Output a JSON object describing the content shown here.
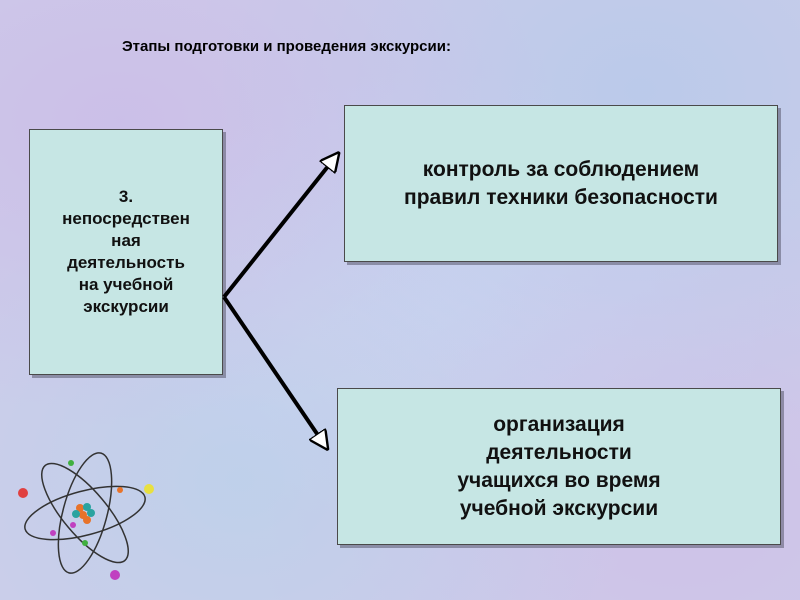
{
  "title": "Этапы подготовки и проведения экскурсии:",
  "boxes": {
    "left": "3.\nнепосредствен\nная\nдеятельность\nна учебной\nэкскурсии",
    "top": "контроль за соблюдением\nправил  техники безопасности",
    "bottom": "организация\nдеятельности\nучащихся во время\nучебной экскурсии"
  },
  "colors": {
    "box_fill": "#c6e6e4",
    "arrow": "#000000"
  },
  "icons": {
    "decoration": "atom-icon"
  }
}
